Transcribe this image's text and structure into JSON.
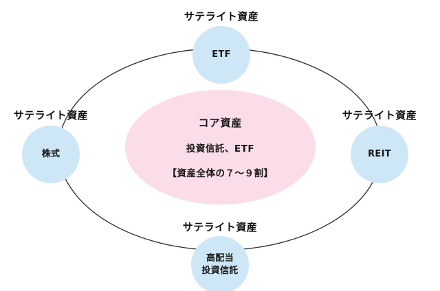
{
  "diagram": {
    "title_core": "コア資産",
    "core": {
      "heading": "コア資産",
      "assets": "投資信託、ETF",
      "allocation": "【資産全体の７～９割】",
      "fill_color": "#fbdce9"
    },
    "orbit": {
      "stroke_color": "#333333",
      "fill": "none"
    },
    "satellite_fill_color": "#cee7f7",
    "satellites": [
      {
        "position": "top",
        "label": "サテライト資産",
        "content": [
          "ETF"
        ]
      },
      {
        "position": "left",
        "label": "サテライト資産",
        "content": [
          "株式"
        ]
      },
      {
        "position": "right",
        "label": "サテライト資産",
        "content": [
          "REIT"
        ]
      },
      {
        "position": "bottom",
        "label": "サテライト資産",
        "content": [
          "高配当",
          "投資信託"
        ]
      }
    ]
  }
}
